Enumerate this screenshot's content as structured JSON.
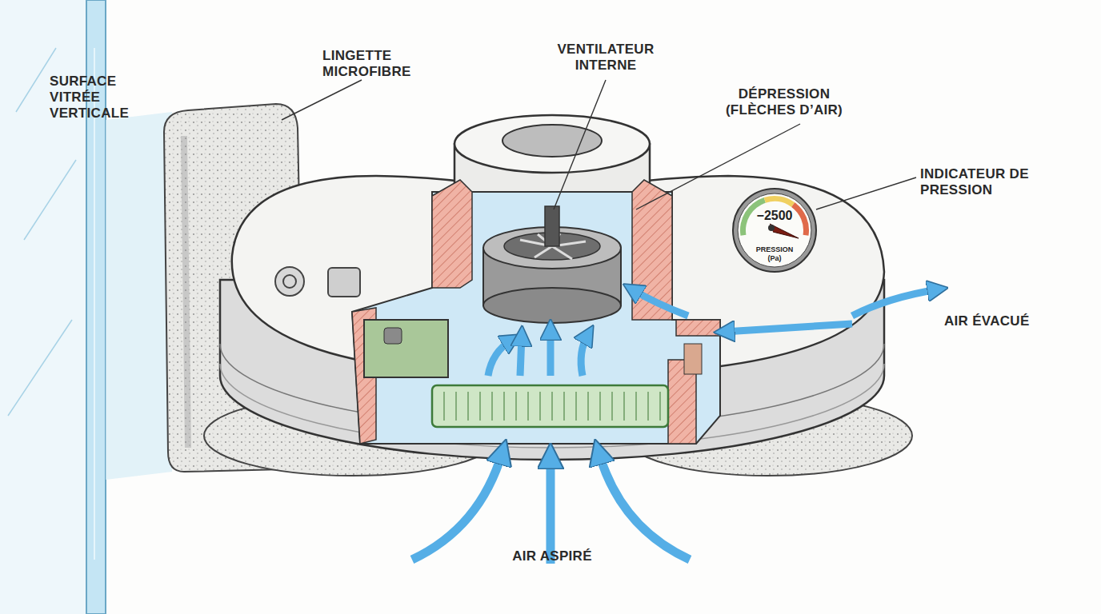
{
  "diagram": {
    "nodes": [
      {
        "text": [
          "−2500",
          "PRESSION (Pa)"
        ]
      }
    ],
    "labels": [
      "SURFACE VITRÉE VERTICALE",
      "LINGETTE MICROFIBRE",
      "VENTILATEUR INTERNE",
      "DÉPRESSION (FLÈCHES D’AIR)",
      "INDICATEUR DE PRESSION",
      "AIR ÉVACUÉ",
      "AIR ASPIRÉ"
    ]
  }
}
